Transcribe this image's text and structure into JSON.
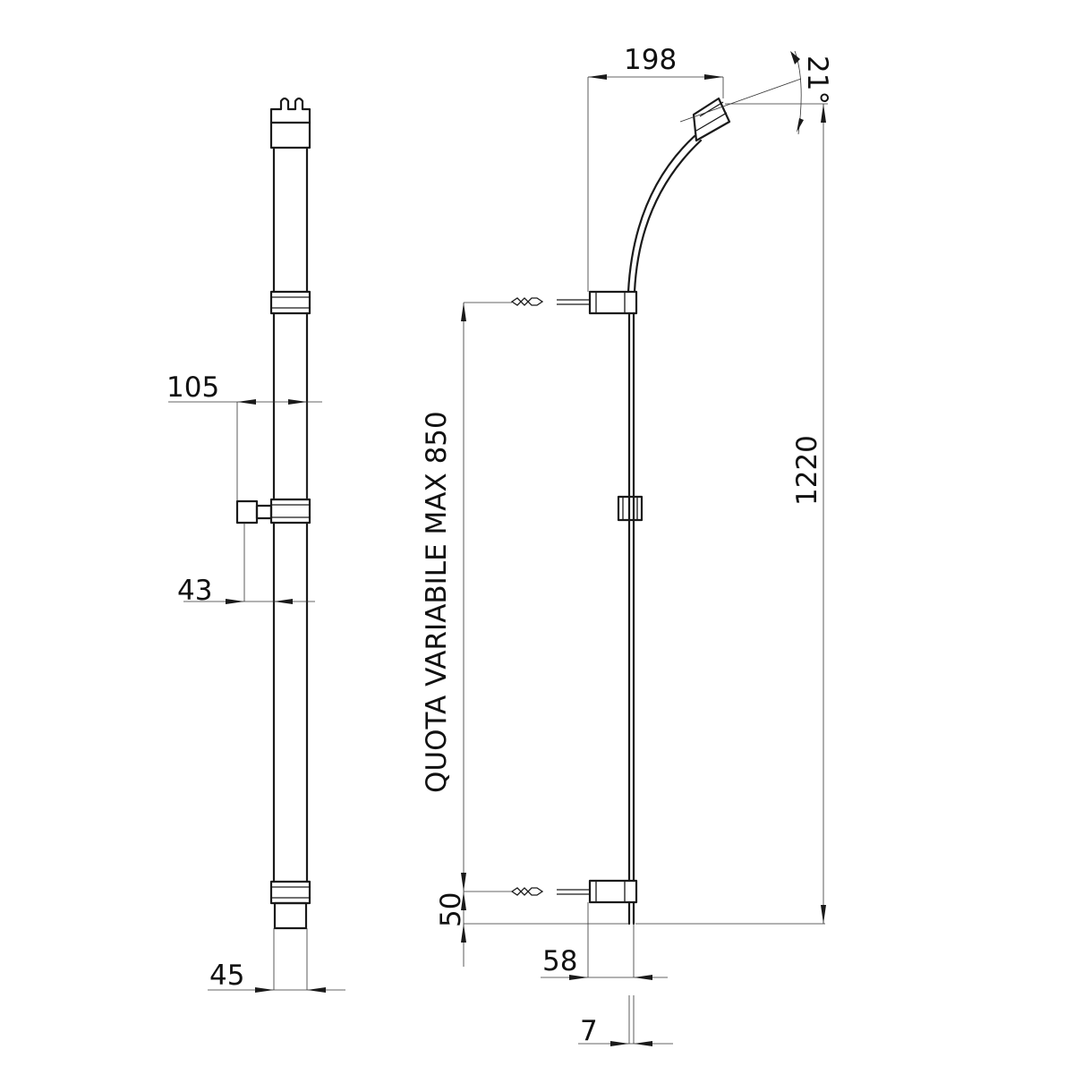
{
  "dimensions": {
    "d198": "198",
    "d21": "21°",
    "d105": "105",
    "d43": "43",
    "d45": "45",
    "d1220": "1220",
    "d50": "50",
    "d58": "58",
    "d7": "7",
    "variable_height": "QUOTA VARIABILE MAX 850"
  },
  "colors": {
    "line": "#1a1a1a",
    "dimension_line": "#333333",
    "background": "#ffffff"
  }
}
